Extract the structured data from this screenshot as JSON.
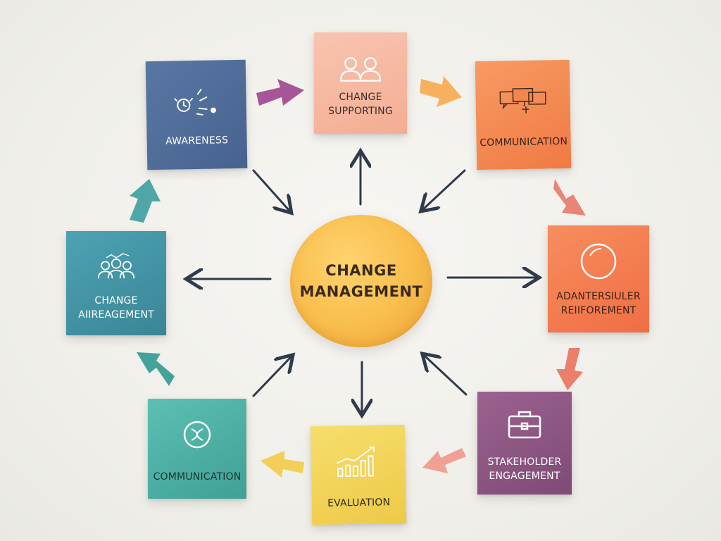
{
  "center": {
    "lines": [
      "CHANGE",
      "MANAGEMENT"
    ],
    "color": "#f8bd4c"
  },
  "nodes": {
    "awareness": {
      "lines": [
        "AWARENESS"
      ],
      "color": "#4e6b98",
      "icon": "alarm-clock-icon"
    },
    "supporting": {
      "lines": [
        "CHANGE",
        "SUPPORTING"
      ],
      "color": "#f6b9a0",
      "icon": "people-icon"
    },
    "communication_top": {
      "lines": [
        "COMMUNICATION"
      ],
      "color": "#f58a52",
      "icon": "chat-bubbles-icon"
    },
    "reinforcement": {
      "lines": [
        "ADANTERSIULER",
        "REIIFOREMENT"
      ],
      "color": "#f47e52",
      "icon": "circle-icon"
    },
    "stakeholder": {
      "lines": [
        "STAKEHOLDER",
        "ENGAGEMENT"
      ],
      "color": "#8e5584",
      "icon": "briefcase-icon"
    },
    "evaluation": {
      "lines": [
        "EVALUATION"
      ],
      "color": "#f2d35a",
      "icon": "growth-chart-icon"
    },
    "communication_bottom": {
      "lines": [
        "COMMUNICATION"
      ],
      "color": "#4fb1a7",
      "icon": "dna-icon"
    },
    "engagement": {
      "lines": [
        "CHANGE",
        "AIIREAGEMENT"
      ],
      "color": "#3f8fa2",
      "icon": "team-icon"
    }
  }
}
